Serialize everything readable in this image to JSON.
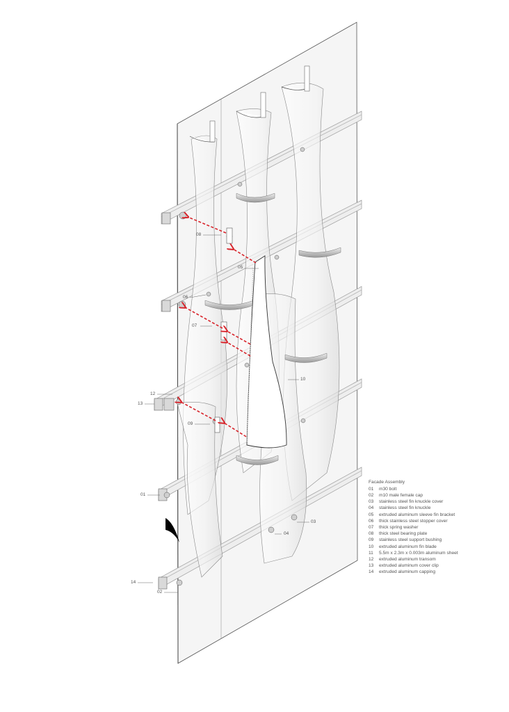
{
  "diagram": {
    "type": "exploded axonometric facade assembly",
    "arrow_color": "#d8232a",
    "line_color": "#333333",
    "panel_fill": "#f4f4f4"
  },
  "legend": {
    "title": "Facade Assembly",
    "items": [
      {
        "num": "01",
        "label": "m30 bolt"
      },
      {
        "num": "02",
        "label": "m10 male female cap"
      },
      {
        "num": "03",
        "label": "stainless steel fin knuckle cover"
      },
      {
        "num": "04",
        "label": "stainless steel fin knuckle"
      },
      {
        "num": "05",
        "label": "extruded aluminum sleeve fin bracket"
      },
      {
        "num": "06",
        "label": "thick stainless steel stopper cover"
      },
      {
        "num": "07",
        "label": "thick spring washer"
      },
      {
        "num": "08",
        "label": "thick steel bearing plate"
      },
      {
        "num": "09",
        "label": "stainless steel support bushing"
      },
      {
        "num": "10",
        "label": "extruded aluminum fin blade"
      },
      {
        "num": "11",
        "label": "5.5m x 2.3m x 0.003m aluminum sheet"
      },
      {
        "num": "12",
        "label": "extruded aluminum transom"
      },
      {
        "num": "13",
        "label": "extruded aluminum cover clip"
      },
      {
        "num": "14",
        "label": "extruded aluminum capping"
      }
    ]
  },
  "callouts": {
    "c01": "01",
    "c02": "02",
    "c03": "03",
    "c04": "04",
    "c05": "05",
    "c06": "06",
    "c07": "07",
    "c08": "08",
    "c09": "09",
    "c10": "10",
    "c12": "12",
    "c13": "13",
    "c14": "14"
  }
}
